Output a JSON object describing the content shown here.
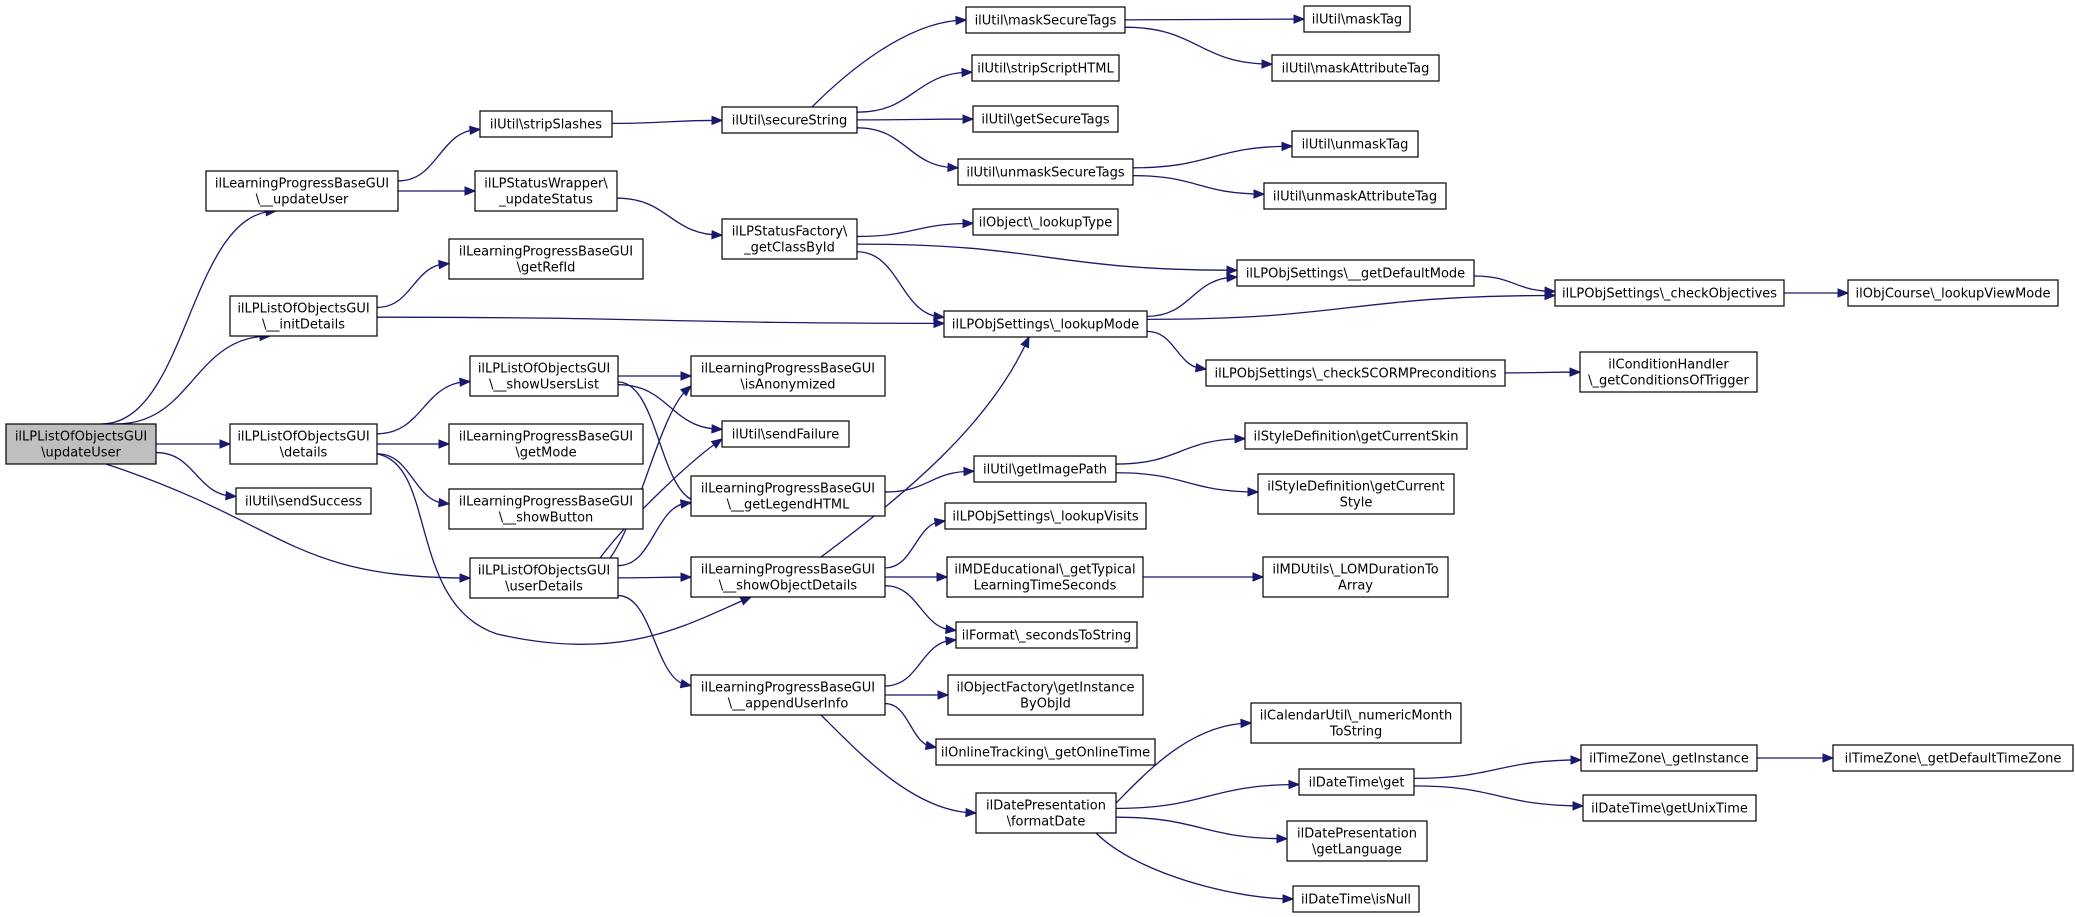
{
  "graph": {
    "nodes": [
      {
        "id": "root",
        "lines": [
          "ilLPListOfObjectsGUI",
          "\\updateUser"
        ],
        "highlight": true
      },
      {
        "id": "lp_updateUser",
        "lines": [
          "ilLearningProgressBaseGUI",
          "\\__updateUser"
        ]
      },
      {
        "id": "lo_initDetails",
        "lines": [
          "ilLPListOfObjectsGUI",
          "\\__initDetails"
        ]
      },
      {
        "id": "lo_details",
        "lines": [
          "ilLPListOfObjectsGUI",
          "\\details"
        ]
      },
      {
        "id": "util_sendSuccess",
        "lines": [
          "ilUtil\\sendSuccess"
        ]
      },
      {
        "id": "lo_userDetails",
        "lines": [
          "ilLPListOfObjectsGUI",
          "\\userDetails"
        ]
      },
      {
        "id": "util_stripSlashes",
        "lines": [
          "ilUtil\\stripSlashes"
        ]
      },
      {
        "id": "lpsw_updateStatus",
        "lines": [
          "ilLPStatusWrapper\\",
          "_updateStatus"
        ]
      },
      {
        "id": "lp_getRefId",
        "lines": [
          "ilLearningProgressBaseGUI",
          "\\getRefId"
        ]
      },
      {
        "id": "lo_showUsersList",
        "lines": [
          "ilLPListOfObjectsGUI",
          "\\__showUsersList"
        ]
      },
      {
        "id": "lp_getMode",
        "lines": [
          "ilLearningProgressBaseGUI",
          "\\getMode"
        ]
      },
      {
        "id": "lp_showButton",
        "lines": [
          "ilLearningProgressBaseGUI",
          "\\__showButton"
        ]
      },
      {
        "id": "util_secureString",
        "lines": [
          "ilUtil\\secureString"
        ]
      },
      {
        "id": "lpsf_getClassById",
        "lines": [
          "ilLPStatusFactory\\",
          "_getClassById"
        ]
      },
      {
        "id": "lp_isAnonymized",
        "lines": [
          "ilLearningProgressBaseGUI",
          "\\isAnonymized"
        ]
      },
      {
        "id": "util_sendFailure",
        "lines": [
          "ilUtil\\sendFailure"
        ]
      },
      {
        "id": "lp_getLegendHTML",
        "lines": [
          "ilLearningProgressBaseGUI",
          "\\__getLegendHTML"
        ]
      },
      {
        "id": "lp_showObjectDetails",
        "lines": [
          "ilLearningProgressBaseGUI",
          "\\__showObjectDetails"
        ]
      },
      {
        "id": "lp_appendUserInfo",
        "lines": [
          "ilLearningProgressBaseGUI",
          "\\__appendUserInfo"
        ]
      },
      {
        "id": "util_maskSecureTags",
        "lines": [
          "ilUtil\\maskSecureTags"
        ]
      },
      {
        "id": "util_stripScriptHTML",
        "lines": [
          "ilUtil\\stripScriptHTML"
        ]
      },
      {
        "id": "util_getSecureTags",
        "lines": [
          "ilUtil\\getSecureTags"
        ]
      },
      {
        "id": "util_unmaskSecureTags",
        "lines": [
          "ilUtil\\unmaskSecureTags"
        ]
      },
      {
        "id": "obj_lookupType",
        "lines": [
          "ilObject\\_lookupType"
        ]
      },
      {
        "id": "lpos_lookupMode",
        "lines": [
          "ilLPObjSettings\\_lookupMode"
        ]
      },
      {
        "id": "util_getImagePath",
        "lines": [
          "ilUtil\\getImagePath"
        ]
      },
      {
        "id": "lpos_lookupVisits",
        "lines": [
          "ilLPObjSettings\\_lookupVisits"
        ]
      },
      {
        "id": "mdedu_getTypical",
        "lines": [
          "ilMDEducational\\_getTypical",
          "LearningTimeSeconds"
        ]
      },
      {
        "id": "fmt_secondsToString",
        "lines": [
          "ilFormat\\_secondsToString"
        ]
      },
      {
        "id": "objf_getInstanceByObjId",
        "lines": [
          "ilObjectFactory\\getInstance",
          "ByObjId"
        ]
      },
      {
        "id": "ot_getOnlineTime",
        "lines": [
          "ilOnlineTracking\\_getOnlineTime"
        ]
      },
      {
        "id": "dp_formatDate",
        "lines": [
          "ilDatePresentation",
          "\\formatDate"
        ]
      },
      {
        "id": "util_maskTag",
        "lines": [
          "ilUtil\\maskTag"
        ]
      },
      {
        "id": "util_maskAttributeTag",
        "lines": [
          "ilUtil\\maskAttributeTag"
        ]
      },
      {
        "id": "util_unmaskTag",
        "lines": [
          "ilUtil\\unmaskTag"
        ]
      },
      {
        "id": "util_unmaskAttributeTag",
        "lines": [
          "ilUtil\\unmaskAttributeTag"
        ]
      },
      {
        "id": "lpos_getDefaultMode",
        "lines": [
          "ilLPObjSettings\\__getDefaultMode"
        ]
      },
      {
        "id": "lpos_checkSCORM",
        "lines": [
          "ilLPObjSettings\\_checkSCORMPreconditions"
        ]
      },
      {
        "id": "sd_getCurrentSkin",
        "lines": [
          "ilStyleDefinition\\getCurrentSkin"
        ]
      },
      {
        "id": "sd_getCurrentStyle",
        "lines": [
          "ilStyleDefinition\\getCurrent",
          "Style"
        ]
      },
      {
        "id": "mdu_LOMDuration",
        "lines": [
          "ilMDUtils\\_LOMDurationTo",
          "Array"
        ]
      },
      {
        "id": "cal_numericMonth",
        "lines": [
          "ilCalendarUtil\\_numericMonth",
          "ToString"
        ]
      },
      {
        "id": "dt_get",
        "lines": [
          "ilDateTime\\get"
        ]
      },
      {
        "id": "dp_getLanguage",
        "lines": [
          "ilDatePresentation",
          "\\getLanguage"
        ]
      },
      {
        "id": "dt_isNull",
        "lines": [
          "ilDateTime\\isNull"
        ]
      },
      {
        "id": "lpos_checkObjectives",
        "lines": [
          "ilLPObjSettings\\_checkObjectives"
        ]
      },
      {
        "id": "ch_getConditionsOfTrigger",
        "lines": [
          "ilConditionHandler",
          "\\_getConditionsOfTrigger"
        ]
      },
      {
        "id": "tz_getInstance",
        "lines": [
          "ilTimeZone\\_getInstance"
        ]
      },
      {
        "id": "dt_getUnixTime",
        "lines": [
          "ilDateTime\\getUnixTime"
        ]
      },
      {
        "id": "objc_lookupViewMode",
        "lines": [
          "ilObjCourse\\_lookupViewMode"
        ]
      },
      {
        "id": "tz_getDefaultTimeZone",
        "lines": [
          "ilTimeZone\\_getDefaultTimeZone"
        ]
      }
    ],
    "edges": [
      [
        "root",
        "lp_updateUser"
      ],
      [
        "root",
        "lo_initDetails"
      ],
      [
        "root",
        "lo_details"
      ],
      [
        "root",
        "util_sendSuccess"
      ],
      [
        "root",
        "lo_userDetails"
      ],
      [
        "lp_updateUser",
        "util_stripSlashes"
      ],
      [
        "lp_updateUser",
        "lpsw_updateStatus"
      ],
      [
        "lo_initDetails",
        "lp_getRefId"
      ],
      [
        "lo_initDetails",
        "lpos_lookupMode"
      ],
      [
        "lo_details",
        "lo_showUsersList"
      ],
      [
        "lo_details",
        "lp_getMode"
      ],
      [
        "lo_details",
        "lp_showButton"
      ],
      [
        "lo_details",
        "lp_showObjectDetails"
      ],
      [
        "lo_showUsersList",
        "lp_isAnonymized"
      ],
      [
        "lo_showUsersList",
        "util_sendFailure"
      ],
      [
        "lo_showUsersList",
        "lp_getLegendHTML"
      ],
      [
        "lo_userDetails",
        "lp_isAnonymized"
      ],
      [
        "lo_userDetails",
        "util_sendFailure"
      ],
      [
        "lo_userDetails",
        "lp_getLegendHTML"
      ],
      [
        "lo_userDetails",
        "lp_showObjectDetails"
      ],
      [
        "lo_userDetails",
        "lp_appendUserInfo"
      ],
      [
        "util_stripSlashes",
        "util_secureString"
      ],
      [
        "lpsw_updateStatus",
        "lpsf_getClassById"
      ],
      [
        "util_secureString",
        "util_maskSecureTags"
      ],
      [
        "util_secureString",
        "util_stripScriptHTML"
      ],
      [
        "util_secureString",
        "util_getSecureTags"
      ],
      [
        "util_secureString",
        "util_unmaskSecureTags"
      ],
      [
        "util_maskSecureTags",
        "util_maskTag"
      ],
      [
        "util_maskSecureTags",
        "util_maskAttributeTag"
      ],
      [
        "util_unmaskSecureTags",
        "util_unmaskTag"
      ],
      [
        "util_unmaskSecureTags",
        "util_unmaskAttributeTag"
      ],
      [
        "lpsf_getClassById",
        "obj_lookupType"
      ],
      [
        "lpsf_getClassById",
        "lpos_getDefaultMode"
      ],
      [
        "lpsf_getClassById",
        "lpos_lookupMode"
      ],
      [
        "lpos_lookupMode",
        "lpos_getDefaultMode"
      ],
      [
        "lpos_lookupMode",
        "lpos_checkObjectives"
      ],
      [
        "lpos_lookupMode",
        "lpos_checkSCORM"
      ],
      [
        "lpos_getDefaultMode",
        "lpos_checkObjectives"
      ],
      [
        "lpos_checkObjectives",
        "objc_lookupViewMode"
      ],
      [
        "lpos_checkSCORM",
        "ch_getConditionsOfTrigger"
      ],
      [
        "lp_getLegendHTML",
        "util_getImagePath"
      ],
      [
        "util_getImagePath",
        "sd_getCurrentSkin"
      ],
      [
        "util_getImagePath",
        "sd_getCurrentStyle"
      ],
      [
        "lp_showObjectDetails",
        "lpos_lookupMode"
      ],
      [
        "lp_showObjectDetails",
        "lpos_lookupVisits"
      ],
      [
        "lp_showObjectDetails",
        "mdedu_getTypical"
      ],
      [
        "lp_showObjectDetails",
        "fmt_secondsToString"
      ],
      [
        "mdedu_getTypical",
        "mdu_LOMDuration"
      ],
      [
        "lp_appendUserInfo",
        "fmt_secondsToString"
      ],
      [
        "lp_appendUserInfo",
        "objf_getInstanceByObjId"
      ],
      [
        "lp_appendUserInfo",
        "ot_getOnlineTime"
      ],
      [
        "lp_appendUserInfo",
        "dp_formatDate"
      ],
      [
        "dp_formatDate",
        "cal_numericMonth"
      ],
      [
        "dp_formatDate",
        "dt_get"
      ],
      [
        "dp_formatDate",
        "dp_getLanguage"
      ],
      [
        "dp_formatDate",
        "dt_isNull"
      ],
      [
        "dt_get",
        "tz_getInstance"
      ],
      [
        "dt_get",
        "dt_getUnixTime"
      ],
      [
        "tz_getInstance",
        "tz_getDefaultTimeZone"
      ]
    ]
  }
}
